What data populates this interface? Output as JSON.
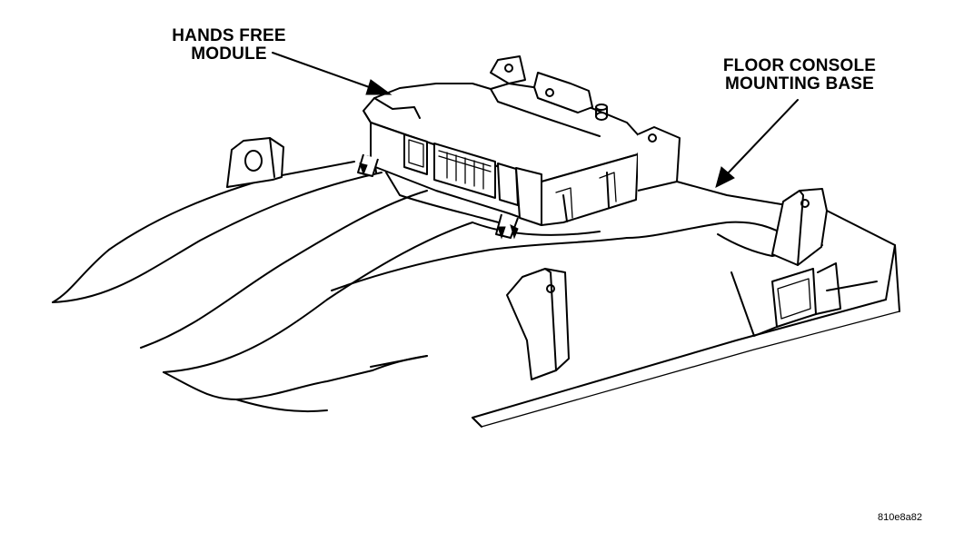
{
  "diagram": {
    "callouts": {
      "hands_free_module": [
        "HANDS FREE",
        "MODULE"
      ],
      "floor_console_base": [
        "FLOOR CONSOLE",
        "MOUNTING BASE"
      ]
    },
    "figure_id": "810e8a82",
    "colors": {
      "line": "#000000",
      "background": "#ffffff"
    }
  }
}
